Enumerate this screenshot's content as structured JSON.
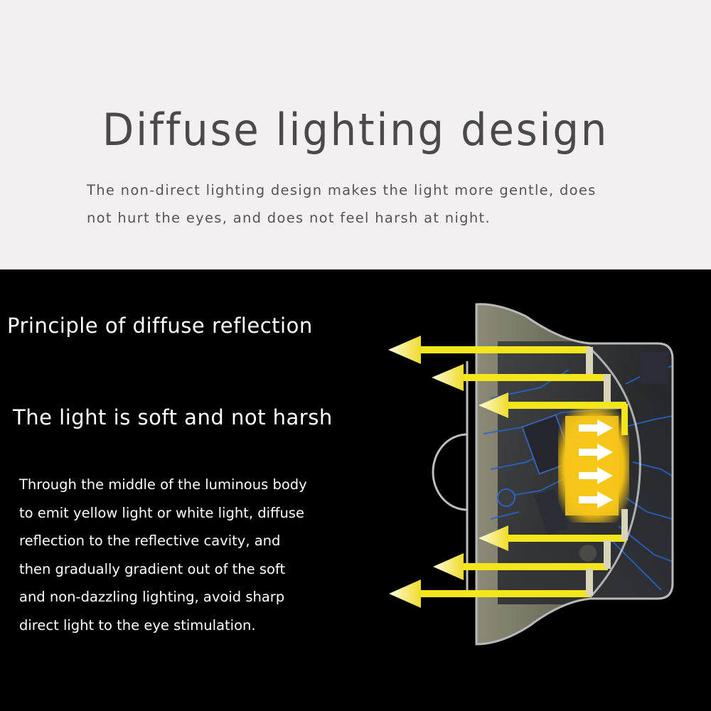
{
  "header": {
    "title": "Diffuse lighting design",
    "subtitle_lines": [
      "The non-direct lighting design makes the light more gentle, does",
      "not hurt the eyes, and does not feel harsh at night."
    ]
  },
  "panel": {
    "heading_1": "Principle of diffuse reflection",
    "heading_2": "The light is soft and not harsh",
    "description_lines": [
      "Through the middle of the luminous body",
      "to emit yellow light or white light, diffuse",
      "reflection to the reflective cavity, and",
      "then gradually gradient out of the soft",
      "and non-dazzling lighting, avoid sharp",
      "direct light to the eye stimulation."
    ]
  },
  "diagram": {
    "icons": [
      "reflected-light-arrow-icon",
      "emitted-light-arrow-icon",
      "lamp-cross-section-icon"
    ],
    "colors": {
      "light_yellow": "#f5e51c",
      "glow_yellow": "#f2c21a",
      "housing": "#8c8a74",
      "circuit_blue": "#2a63c9",
      "outline": "#cfcfcf"
    },
    "reflected_arrow_count": 6,
    "emitted_arrow_count": 4
  }
}
